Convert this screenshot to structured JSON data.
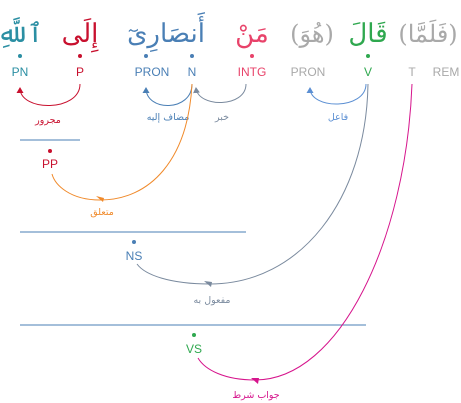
{
  "colors": {
    "teal": "#2b8fa3",
    "red": "#c8102e",
    "blue": "#4a7fb5",
    "pink": "#e8436a",
    "gray": "#a9a9a9",
    "green": "#2fa84f",
    "orange": "#f08a2b",
    "slate": "#7a8a9e",
    "magenta": "#d6148c",
    "line_blue": "#5b8fd3"
  },
  "words": {
    "w1": "ٱللَّهِ",
    "w2": "إِلَى",
    "w3": "أَنصَارِىٓ",
    "w4": "مَنْ",
    "w5": "(هُوَ)",
    "w6": "قَالَ",
    "w7": "(فَلَمَّا)"
  },
  "tags": {
    "t1": "PN",
    "t2": "P",
    "t3a": "PRON",
    "t3b": "N",
    "t4": "INTG",
    "t5": "PRON",
    "t6": "V",
    "t7a": "T",
    "t7b": "REM"
  },
  "relations": {
    "majrur": "مجرور",
    "mudaf": "مضاف إليه",
    "khabar": "خبر",
    "fail": "فاعل",
    "mutaalliq": "متعلق",
    "mafool": "مفعول به",
    "jawab": "جواب شرط"
  },
  "phrases": {
    "pp": "PP",
    "ns": "NS",
    "vs": "VS"
  }
}
